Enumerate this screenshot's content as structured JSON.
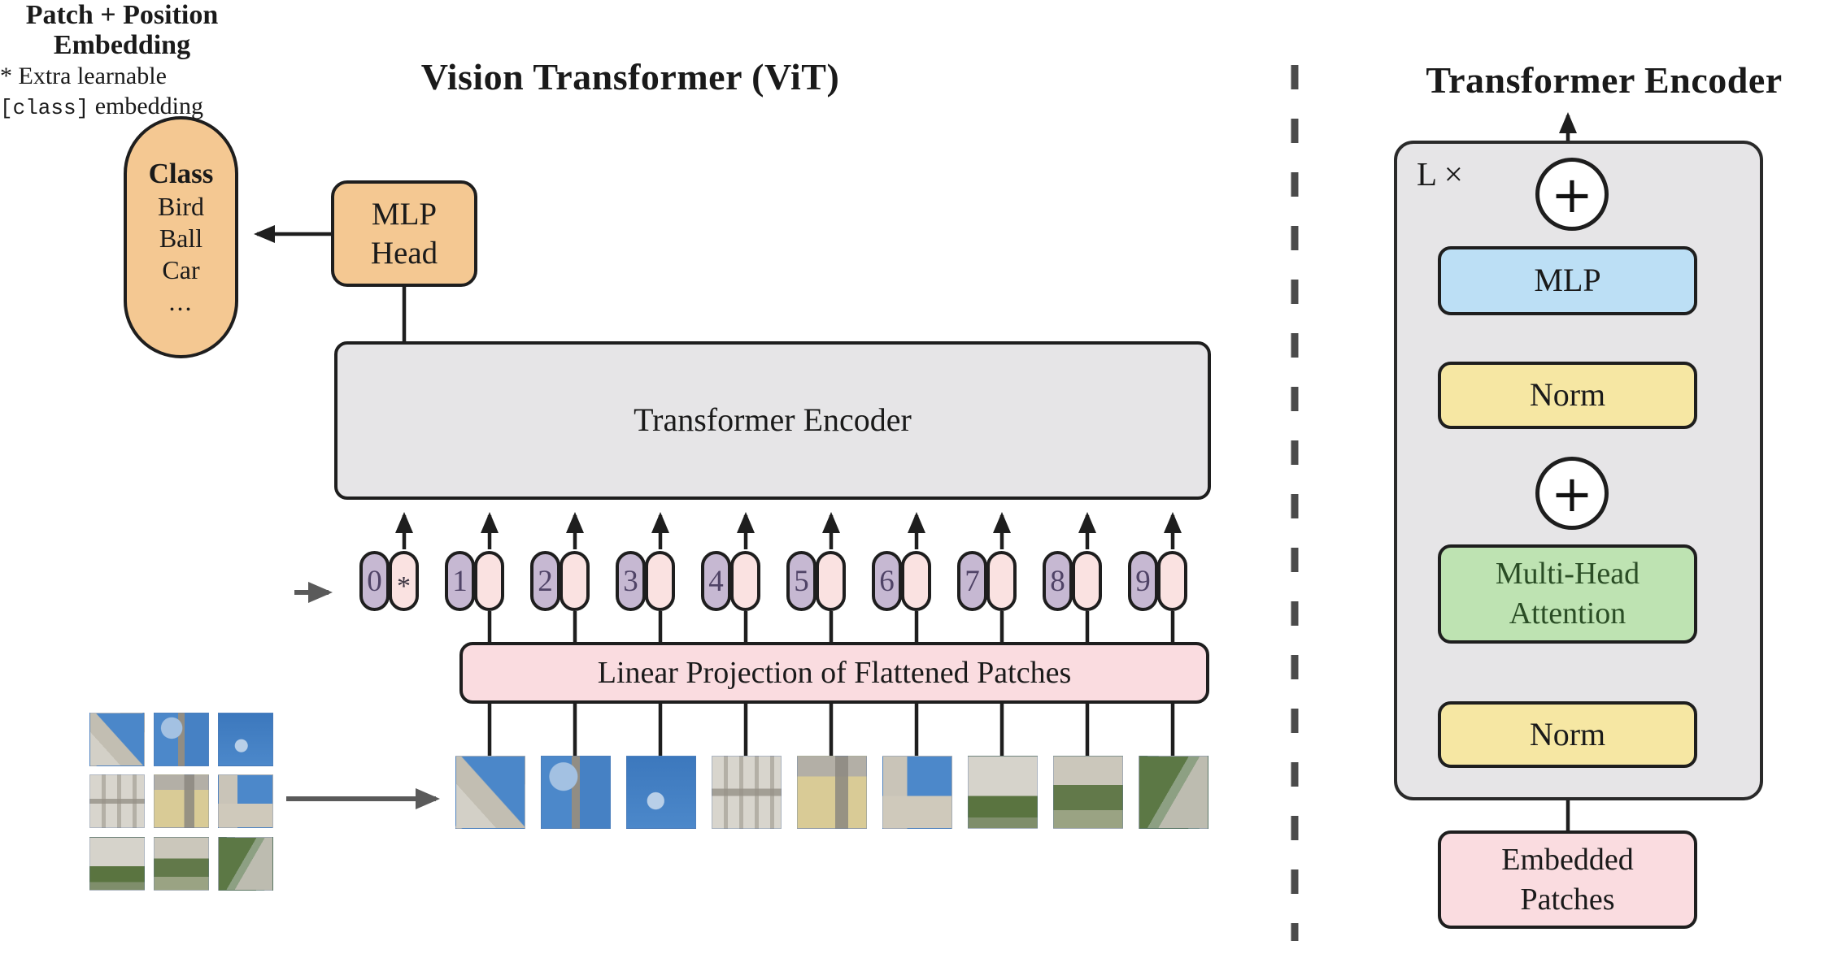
{
  "left_panel": {
    "title": "Vision Transformer (ViT)",
    "class_bubble": {
      "heading": "Class",
      "items": [
        "Bird",
        "Ball",
        "Car",
        "..."
      ]
    },
    "mlp_head": {
      "line1": "MLP",
      "line2": "Head"
    },
    "encoder_box_label": "Transformer Encoder",
    "patch_position_label": {
      "line1": "Patch + Position",
      "line2": "Embedding"
    },
    "footnote": {
      "line1": "* Extra learnable",
      "class_token": "[class]",
      "line2_rest": " embedding"
    },
    "linear_projection_label": "Linear Projection of Flattened Patches",
    "tokens": {
      "positions": [
        "0",
        "1",
        "2",
        "3",
        "4",
        "5",
        "6",
        "7",
        "8",
        "9"
      ],
      "class_embedding_marker": "*"
    }
  },
  "right_panel": {
    "title": "Transformer Encoder",
    "repeat_label": "L ×",
    "add_symbol": "+",
    "blocks": {
      "mlp": "MLP",
      "norm_top": "Norm",
      "attention_line1": "Multi-Head",
      "attention_line2": "Attention",
      "norm_bottom": "Norm",
      "embedded_line1": "Embedded",
      "embedded_line2": "Patches"
    }
  },
  "colors": {
    "orange": "#F4C892",
    "purple_pill": "#C6B8D2",
    "pink_pill": "#FAE2E1",
    "pink": "#FADCE0",
    "gray_box": "#E6E5E7",
    "blue": "#BCDFF5",
    "yellow": "#F6E7A3",
    "green": "#BEE3B2"
  }
}
